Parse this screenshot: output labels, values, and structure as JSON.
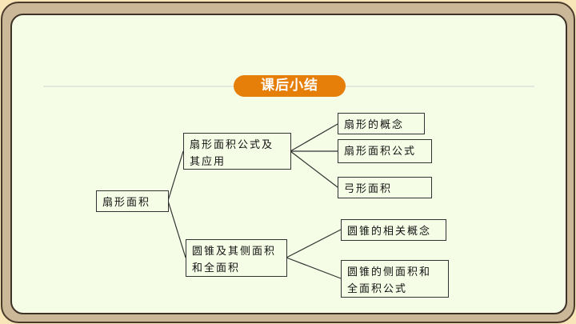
{
  "title": "课后小结",
  "root": "扇形面积",
  "branches": [
    {
      "label": "扇形面积公式及其应用",
      "children": [
        "扇形的概念",
        "扇形面积公式",
        "弓形面积"
      ]
    },
    {
      "label": "圆锥及其侧面积和全面积",
      "children": [
        "圆锥的相关概念",
        "圆锥的侧面积和全面积公式"
      ]
    }
  ],
  "colors": {
    "accent": "#e67e0a",
    "panel": "#f5fde6",
    "frame": "#cbb899"
  }
}
